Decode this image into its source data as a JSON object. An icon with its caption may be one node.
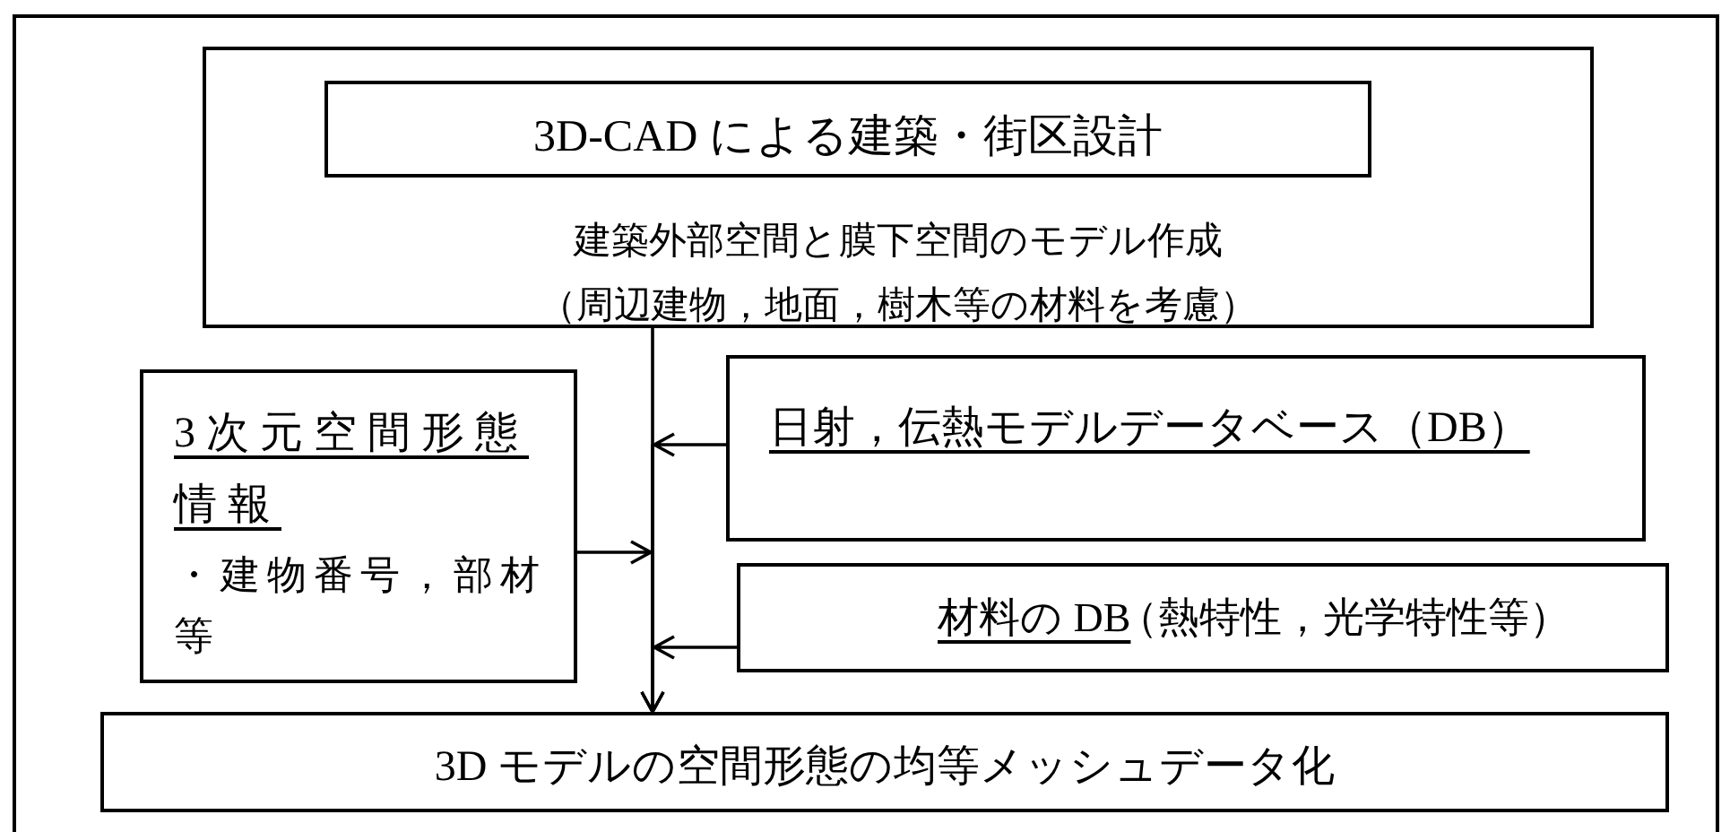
{
  "diagram": {
    "nodes": [
      {
        "text": [
          "建築外部空間と膜下空間のモデル作成",
          "（周辺建物，地面，樹木等の材料を考慮）"
        ]
      },
      {
        "text": [
          "3D-CAD による建築・街区設計"
        ],
        "in": 0
      },
      {
        "text": [
          "3次元空間形態情報",
          "・建物番号，部材等"
        ]
      },
      {
        "text": [
          "日射，伝熱モデルデータベース（DB）"
        ]
      },
      {
        "text": [
          "材料の DB",
          "（熱特性，光学特性等）"
        ]
      },
      {
        "text": [
          "3D モデルの空間形態の均等メッシュデータ化"
        ]
      }
    ],
    "edges": [
      {
        "from": 0,
        "to": 5,
        "arrow": "to"
      },
      {
        "from": 2,
        "to": 5,
        "arrow": "to"
      },
      {
        "from": 3,
        "to": 5,
        "arrow": "to"
      },
      {
        "from": 4,
        "to": 5,
        "arrow": "to"
      }
    ]
  }
}
